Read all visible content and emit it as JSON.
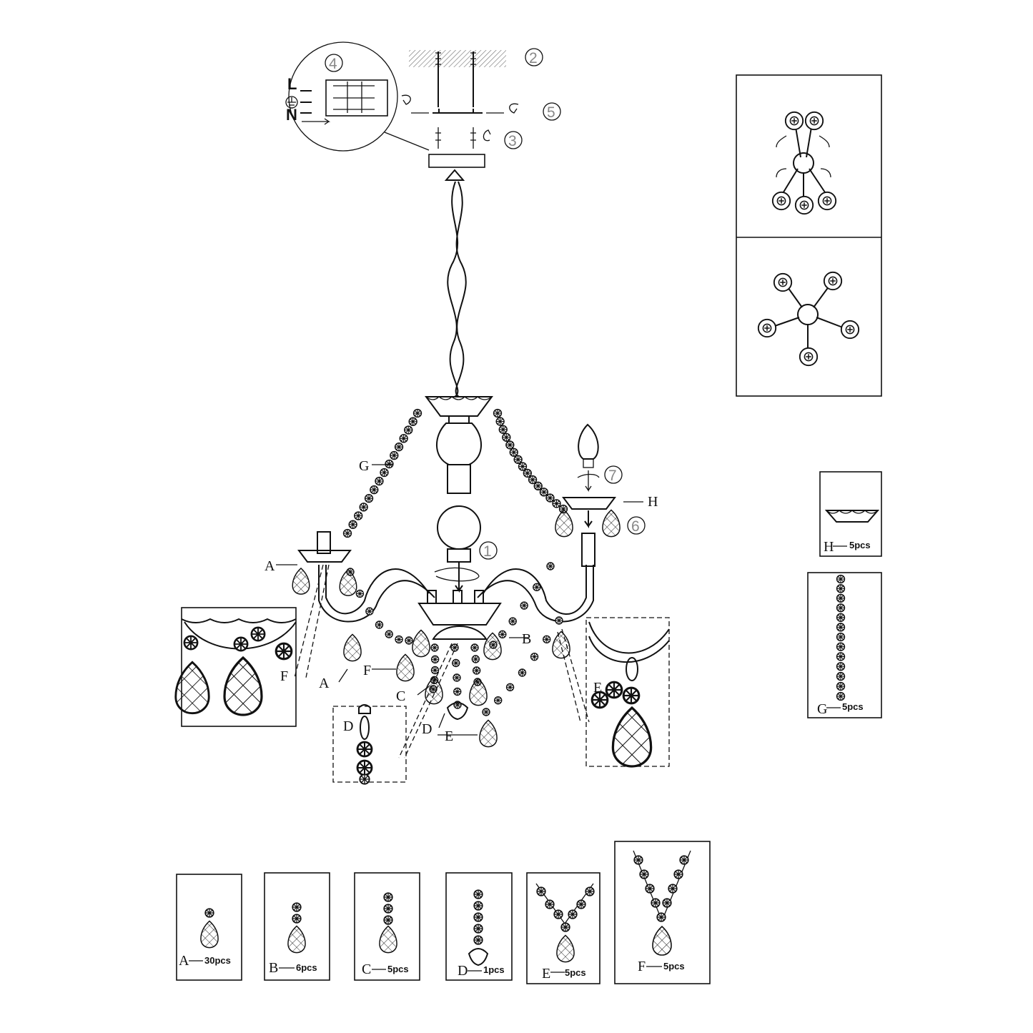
{
  "wiring": {
    "live": "L",
    "neutral": "N"
  },
  "steps": [
    "1",
    "2",
    "3",
    "4",
    "5",
    "6",
    "7"
  ],
  "diagram_labels": {
    "A": "A",
    "B": "B",
    "C": "C",
    "D": "D",
    "E": "E",
    "F": "F",
    "G": "G",
    "H": "H"
  },
  "parts": [
    {
      "letter": "A",
      "qty": "30pcs"
    },
    {
      "letter": "B",
      "qty": "6pcs"
    },
    {
      "letter": "C",
      "qty": "5pcs"
    },
    {
      "letter": "D",
      "qty": "1pcs"
    },
    {
      "letter": "E",
      "qty": "5pcs"
    },
    {
      "letter": "F",
      "qty": "5pcs"
    }
  ],
  "side_parts": [
    {
      "letter": "H",
      "qty": "5pcs"
    },
    {
      "letter": "G",
      "qty": "5pcs"
    }
  ],
  "icons": [
    "screw-icon",
    "bulb-icon",
    "ground-icon",
    "rotate-arrow-icon",
    "crystal-drop-icon",
    "bead-icon"
  ]
}
